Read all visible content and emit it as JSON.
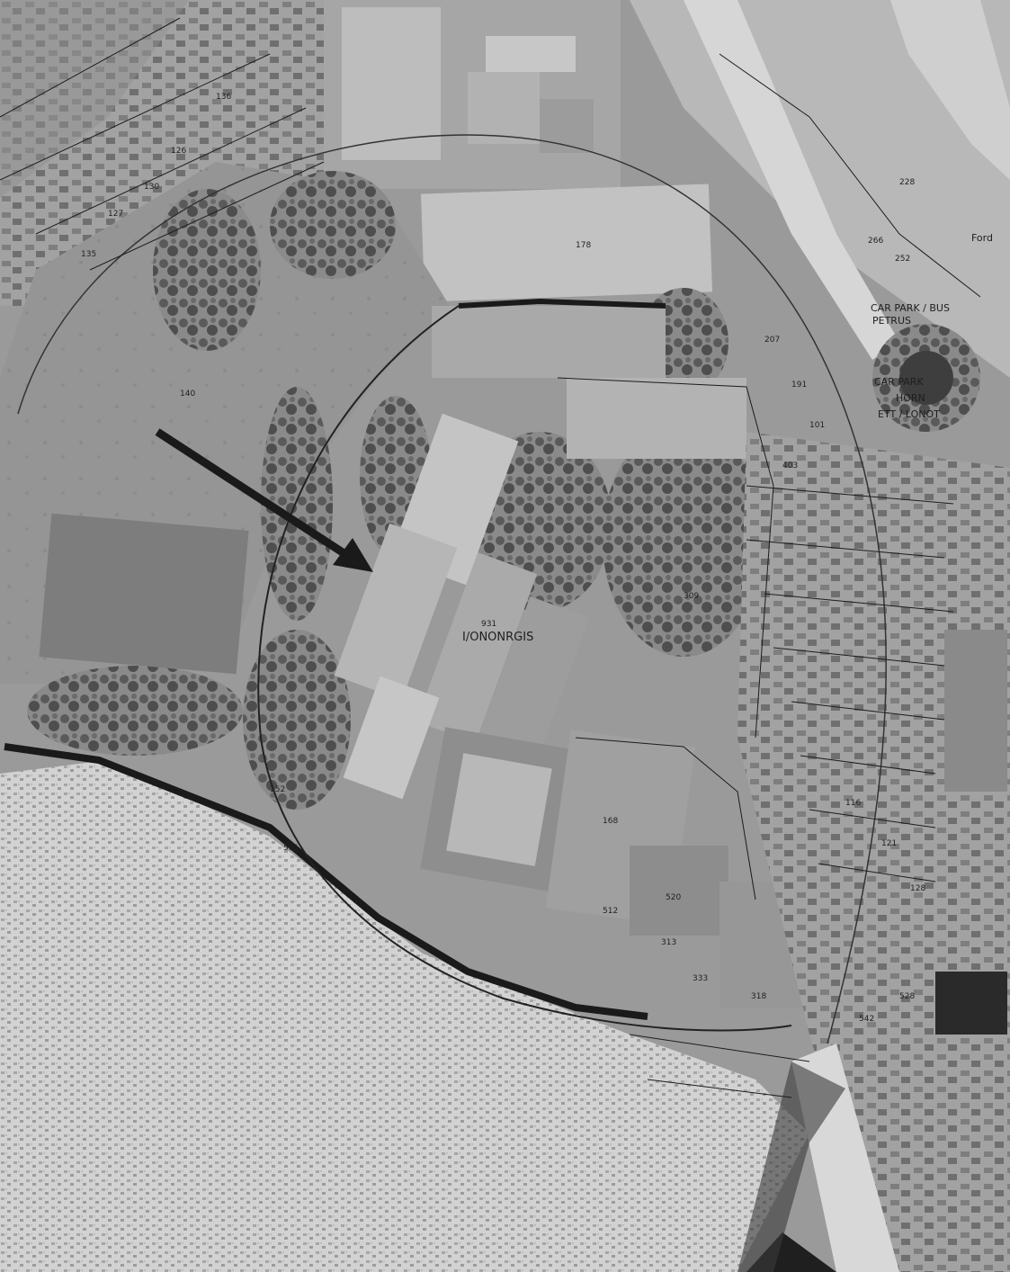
{
  "map": {
    "site_label": "I/ONONRGIS",
    "site_parcel": "931",
    "label_top_right_1": "CAR PARK / BUS",
    "label_top_right_2": "PETRUS",
    "label_right_1": "CAR PARK",
    "label_right_2": "HORN",
    "label_right_3": "ETT / LONOT",
    "label_font": "Ford",
    "parcel_numbers": [
      "127",
      "130",
      "135",
      "126",
      "136",
      "140",
      "178",
      "152",
      "501",
      "168",
      "318",
      "520",
      "333",
      "128",
      "121",
      "116",
      "252",
      "228",
      "266",
      "207",
      "191",
      "101",
      "403",
      "309",
      "313",
      "512",
      "542",
      "528"
    ],
    "colors": {
      "background": "#9a9a9a",
      "cemetery": "#c9c9c9",
      "road_dark": "#1a1a1a",
      "tree": "#555555",
      "roof": "#b4b4b4",
      "lawn": "#8e8e8e",
      "arrow": "#1a1a1a"
    }
  }
}
